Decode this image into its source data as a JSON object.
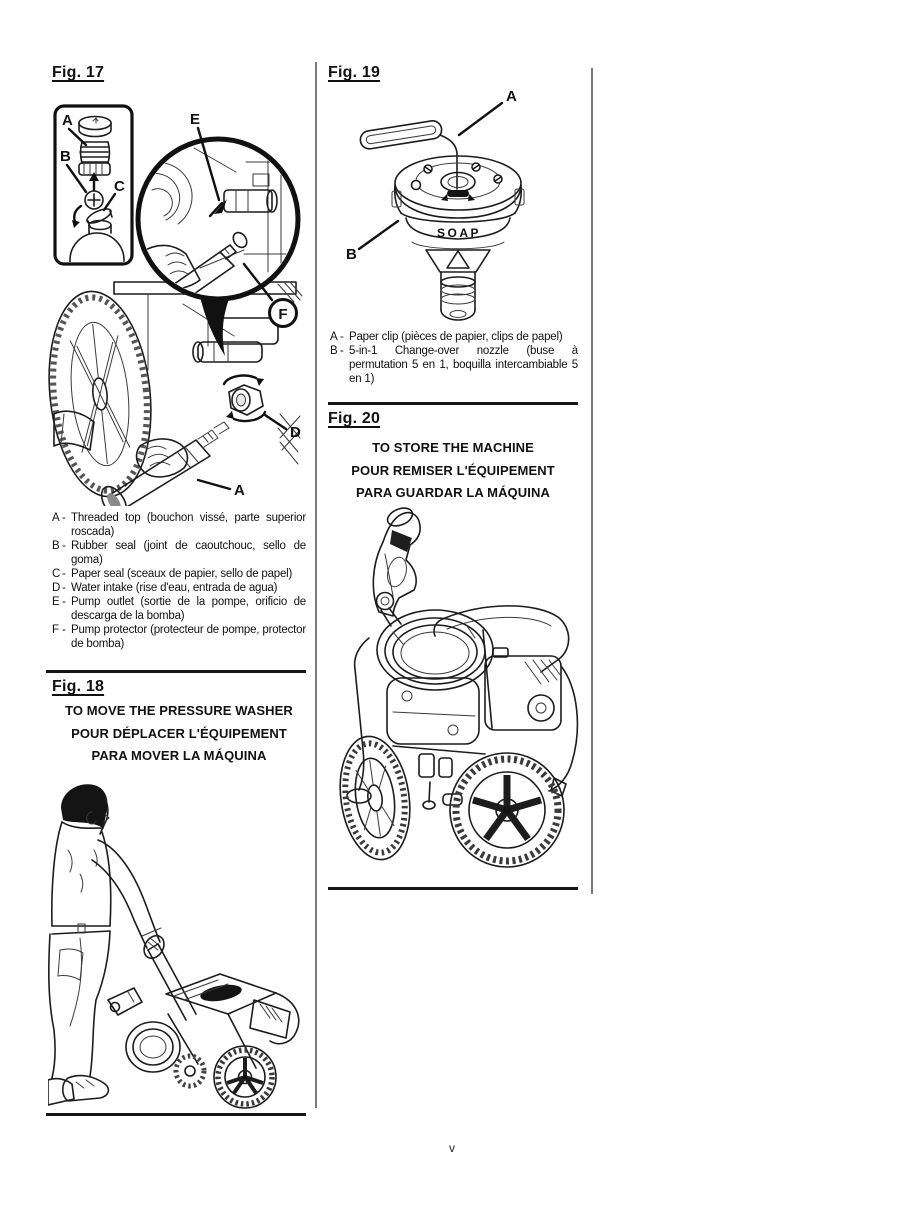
{
  "page": {
    "number": "v"
  },
  "fig17": {
    "title": "Fig. 17",
    "labels": {
      "a": "A",
      "b": "B",
      "c": "C",
      "d": "D",
      "e": "E",
      "f": "F"
    },
    "legend": [
      {
        "key": "A",
        "sep": "-",
        "text": "Threaded top (bouchon vissé, parte superior roscada)"
      },
      {
        "key": "B",
        "sep": "-",
        "text": "Rubber seal (joint de caoutchouc, sello de goma)"
      },
      {
        "key": "C",
        "sep": "-",
        "text": "Paper seal (sceaux de papier, sello de papel)"
      },
      {
        "key": "D",
        "sep": "-",
        "text": "Water intake (rise d'eau, entrada de agua)"
      },
      {
        "key": "E",
        "sep": "-",
        "text": "Pump outlet (sortie de la pompe, orificio de descarga de la bomba)"
      },
      {
        "key": "F",
        "sep": "-",
        "text": "Pump protector (protecteur de pompe, protector de bomba)"
      }
    ]
  },
  "fig18": {
    "title": "Fig. 18",
    "heading": {
      "en": "TO MOVE THE PRESSURE WASHER",
      "fr": "POUR DÉPLACER L'ÉQUIPEMENT",
      "es": "PARA MOVER LA MÁQUINA"
    }
  },
  "fig19": {
    "title": "Fig. 19",
    "labels": {
      "a": "A",
      "b": "B"
    },
    "nozzle_text": "SOAP",
    "legend": [
      {
        "key": "A",
        "sep": "-",
        "text": "Paper clip (pièces de papier, clips de papel)"
      },
      {
        "key": "B",
        "sep": "-",
        "text": "5-in-1 Change-over nozzle (buse à permutation 5 en 1, boquilla intercambiable 5 en 1)"
      }
    ]
  },
  "fig20": {
    "title": "Fig. 20",
    "heading": {
      "en": "TO STORE THE MACHINE",
      "fr": "POUR REMISER L'ÉQUIPEMENT",
      "es": "PARA GUARDAR LA MÁQUINA"
    }
  }
}
